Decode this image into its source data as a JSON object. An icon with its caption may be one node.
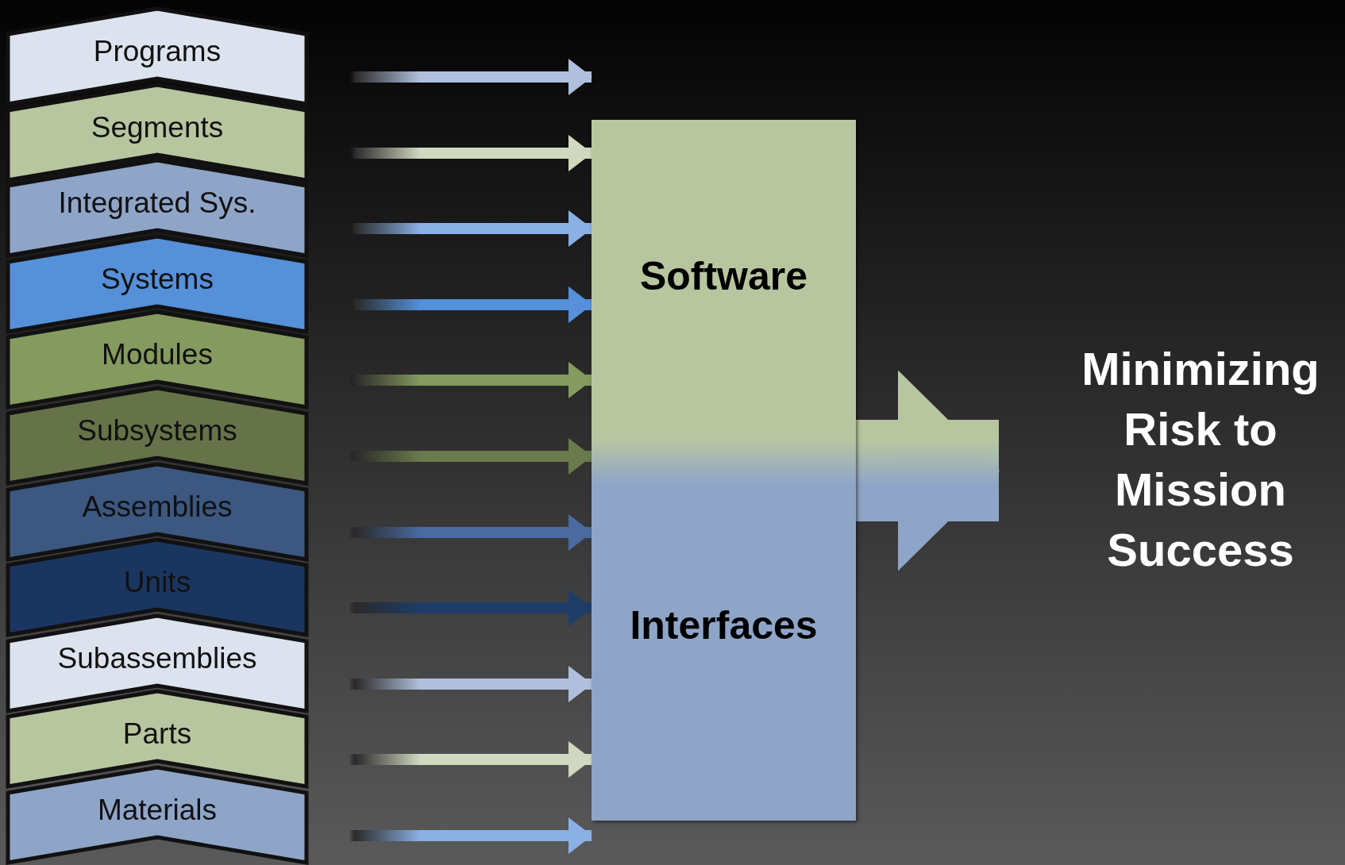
{
  "diagram": {
    "nodes": [
      {
        "text": [
          "Programs"
        ]
      },
      {
        "text": [
          "Segments"
        ]
      },
      {
        "text": [
          "Integrated Sys."
        ]
      },
      {
        "text": [
          "Systems"
        ]
      },
      {
        "text": [
          "Modules"
        ]
      },
      {
        "text": [
          "Subsystems"
        ]
      },
      {
        "text": [
          "Assemblies"
        ]
      },
      {
        "text": [
          "Units"
        ]
      },
      {
        "text": [
          "Subassemblies"
        ]
      },
      {
        "text": [
          "Parts"
        ]
      },
      {
        "text": [
          "Materials"
        ]
      },
      {
        "text": [
          "Software",
          "Interfaces"
        ]
      },
      {
        "text": [
          "Minimizing Risk to Mission Success"
        ]
      }
    ],
    "edges": [
      {
        "from": 0,
        "to": 11,
        "arrow": "to",
        "color": "#b0c0dc"
      },
      {
        "from": 1,
        "to": 11,
        "arrow": "to",
        "color": "#d0d8c0"
      },
      {
        "from": 2,
        "to": 11,
        "arrow": "to",
        "color": "#8ab0e4"
      },
      {
        "from": 3,
        "to": 11,
        "arrow": "to",
        "color": "#5590d8"
      },
      {
        "from": 4,
        "to": 11,
        "arrow": "to",
        "color": "#849a5e"
      },
      {
        "from": 5,
        "to": 11,
        "arrow": "to",
        "color": "#6a7a4c"
      },
      {
        "from": 6,
        "to": 11,
        "arrow": "to",
        "color": "#4a6aa0"
      },
      {
        "from": 7,
        "to": 11,
        "arrow": "to",
        "color": "#1e3c68"
      },
      {
        "from": 8,
        "to": 11,
        "arrow": "to",
        "color": "#b0c0dc"
      },
      {
        "from": 9,
        "to": 11,
        "arrow": "to",
        "color": "#d0d8c0"
      },
      {
        "from": 10,
        "to": 11,
        "arrow": "to",
        "color": "#8ab0e4"
      },
      {
        "from": 11,
        "to": 12,
        "arrow": "to",
        "style": "thick"
      }
    ]
  }
}
